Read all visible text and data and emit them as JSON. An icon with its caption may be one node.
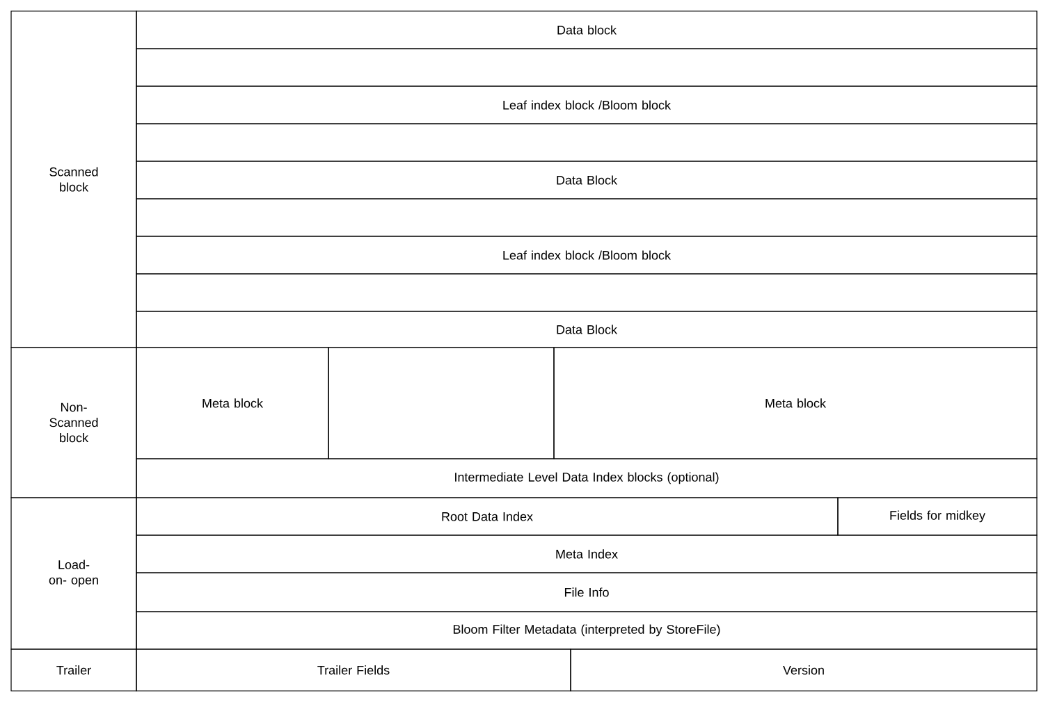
{
  "diagram": {
    "nodes": [
      {
        "text": [
          "Scanned block"
        ]
      },
      {
        "text": [
          "Data block"
        ]
      },
      {
        "text": [],
        "shape": "box"
      },
      {
        "text": [
          "Leaf index block /Bloom block"
        ]
      },
      {
        "text": [],
        "shape": "box"
      },
      {
        "text": [
          "Data Block"
        ]
      },
      {
        "text": [],
        "shape": "box"
      },
      {
        "text": [
          "Leaf index block /Bloom block"
        ]
      },
      {
        "text": [],
        "shape": "box"
      },
      {
        "text": [
          "Data Block"
        ]
      },
      {
        "text": [
          "Non- Scanned block"
        ]
      },
      {
        "text": [
          "Meta block"
        ]
      },
      {
        "text": [],
        "shape": "box"
      },
      {
        "text": [
          "Meta block"
        ]
      },
      {
        "text": [
          "Intermediate Level Data Index blocks (optional)"
        ]
      },
      {
        "text": [
          "Load- on- open"
        ]
      },
      {
        "text": [
          "Root Data Index"
        ]
      },
      {
        "text": [
          "Fields for midkey"
        ]
      },
      {
        "text": [
          "Meta Index"
        ]
      },
      {
        "text": [
          "File Info"
        ]
      },
      {
        "text": [
          "Bloom Filter Metadata (interpreted by StoreFile)"
        ]
      },
      {
        "text": [
          "Trailer"
        ]
      },
      {
        "text": [
          "Trailer Fields"
        ]
      },
      {
        "text": [
          "Version"
        ]
      }
    ]
  }
}
